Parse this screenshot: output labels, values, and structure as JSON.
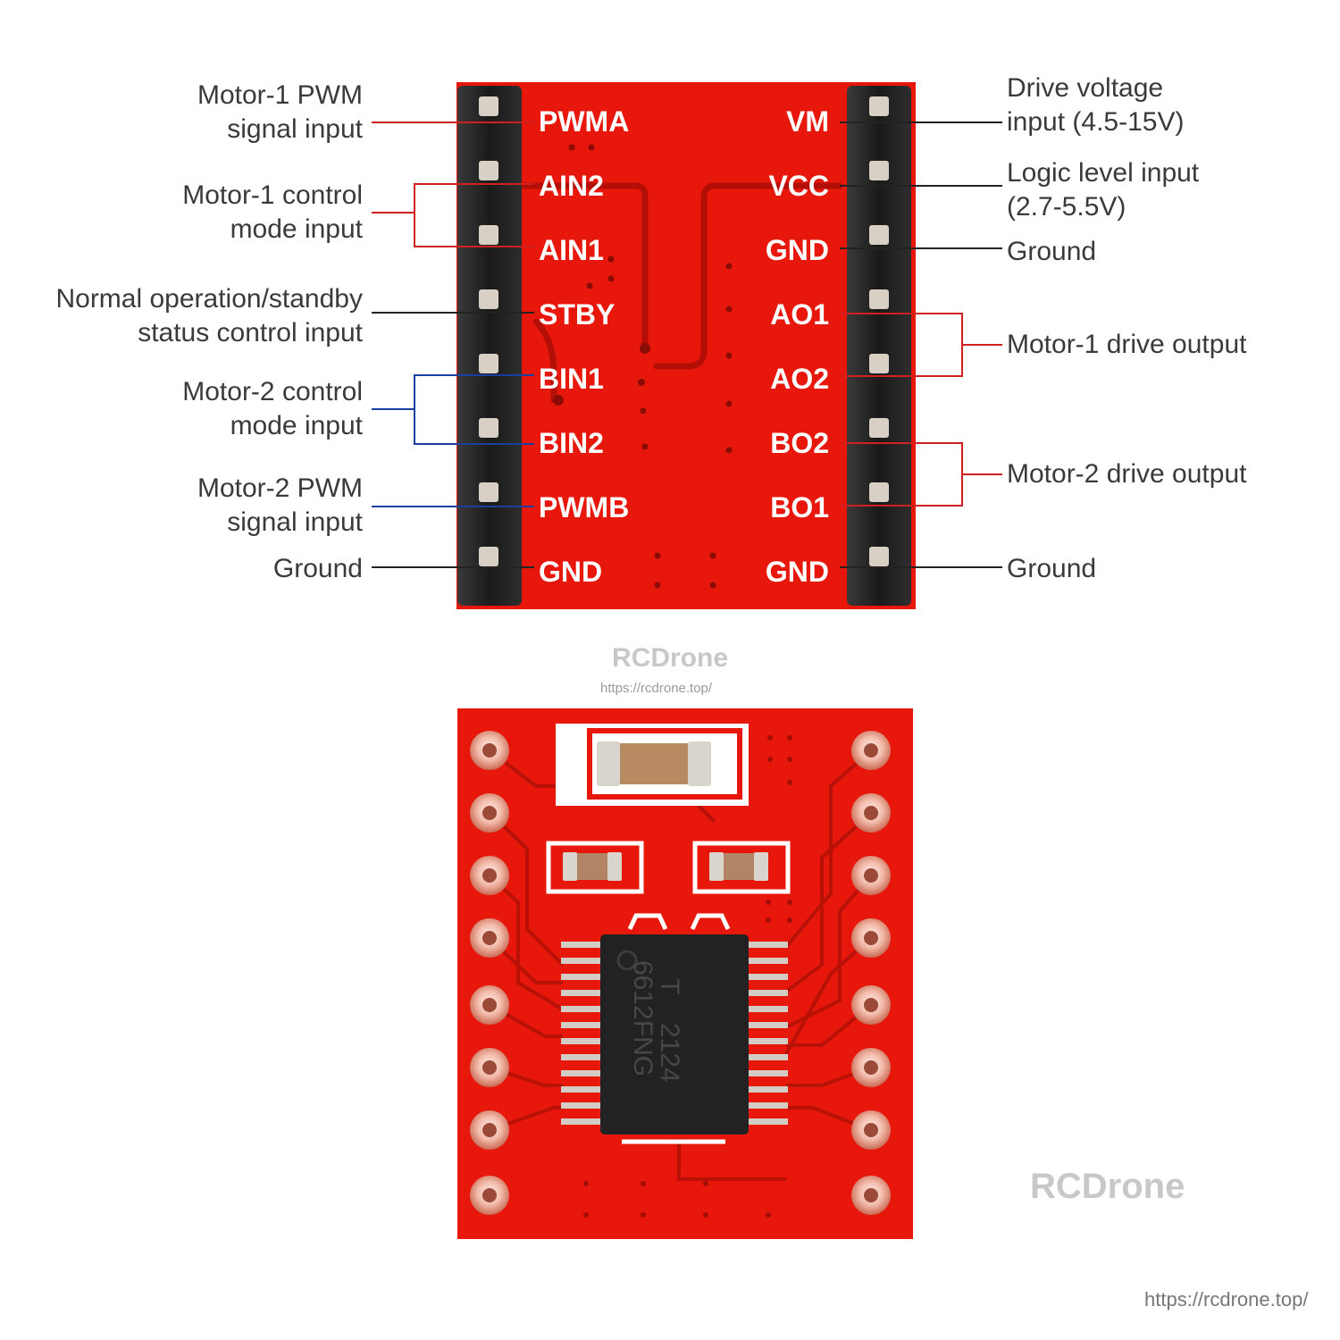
{
  "left_labels": [
    {
      "lines": [
        "Motor-1 PWM",
        "signal input"
      ],
      "color": "#d02020"
    },
    {
      "lines": [
        "Motor-1 control",
        "mode input"
      ],
      "color": "#d02020"
    },
    {
      "lines": [
        "Normal operation/standby",
        "status control input"
      ],
      "color": "#222222"
    },
    {
      "lines": [
        "Motor-2 control",
        "mode input"
      ],
      "color": "#1b3fa0"
    },
    {
      "lines": [
        "Motor-2 PWM",
        "signal input"
      ],
      "color": "#1b3fa0"
    },
    {
      "lines": [
        "Ground"
      ],
      "color": "#222222"
    }
  ],
  "right_labels": [
    {
      "lines": [
        "Drive voltage",
        "input (4.5-15V)"
      ],
      "color": "#222222"
    },
    {
      "lines": [
        "Logic level input",
        "(2.7-5.5V)"
      ],
      "color": "#222222"
    },
    {
      "lines": [
        "Ground"
      ],
      "color": "#222222"
    },
    {
      "lines": [
        "Motor-1 drive output"
      ],
      "color": "#d02020"
    },
    {
      "lines": [
        "Motor-2 drive output"
      ],
      "color": "#d02020"
    },
    {
      "lines": [
        "Ground"
      ],
      "color": "#222222"
    }
  ],
  "pins_left": [
    "PWMA",
    "AIN2",
    "AIN1",
    "STBY",
    "BIN1",
    "BIN2",
    "PWMB",
    "GND"
  ],
  "pins_right": [
    "VM",
    "VCC",
    "GND",
    "AO1",
    "AO2",
    "BO2",
    "BO1",
    "GND"
  ],
  "chip_marking": [
    "T",
    "2124",
    "6612FNG"
  ],
  "watermark": {
    "brand": "RCDrone",
    "url": "https://rcdrone.top/"
  },
  "colors": {
    "pcb": "#e8170c",
    "header": "#1e1e1e",
    "red_line": "#d02020",
    "blue_line": "#1b3fa0",
    "black_line": "#222222"
  }
}
